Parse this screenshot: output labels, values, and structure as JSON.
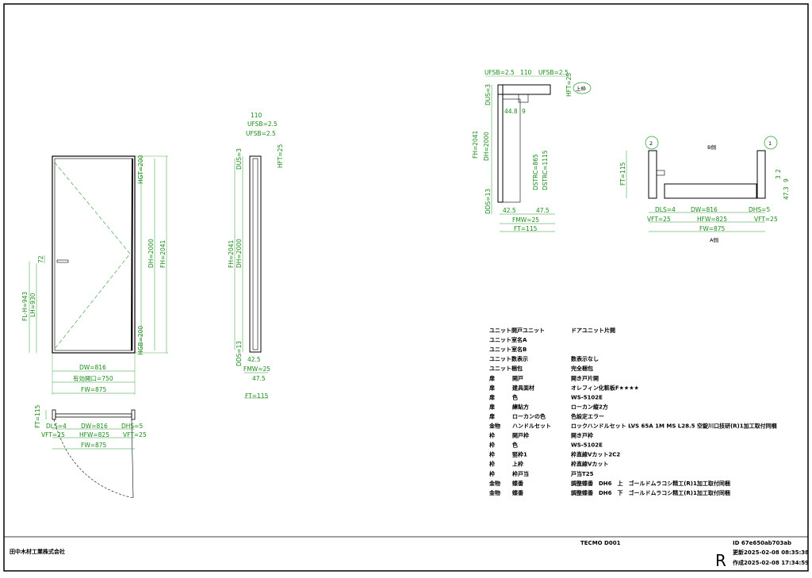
{
  "front": {
    "dims_h": [
      "DW=816",
      "有効開口=750",
      "FW=875"
    ],
    "dims_v": [
      "HGT=200",
      "DH=2000",
      "FH=2041",
      "HGB=200",
      "FL-H=943",
      "LH=930",
      "72"
    ]
  },
  "section": {
    "top": [
      "110",
      "UFSB=2.5",
      "UFSB=2.5"
    ],
    "side": [
      "DUS=3",
      "HFT=25",
      "FH=2041",
      "DH=2000",
      "DDS=13"
    ],
    "bottom": [
      "42.5",
      "FMW=25",
      "47.5",
      "FT=115"
    ]
  },
  "plan_bottom": {
    "dims": [
      "FT=115",
      "DLS=4",
      "DW=816",
      "DHS=5",
      "VFT=25",
      "HFW=825",
      "VFT=25",
      "FW=875"
    ]
  },
  "detail_top": {
    "top": [
      "UFSB=2.5",
      "110",
      "UFSB=2.5"
    ],
    "side": [
      "DUS=3",
      "HFT=25",
      "44.8",
      "9",
      "FH=2041",
      "DH=2000",
      "DSTRC=865",
      "DSTRC=1115",
      "DDS=13"
    ],
    "bottom": [
      "42.5",
      "47.5",
      "FMW=25",
      "FT=115"
    ],
    "badge": "上枠"
  },
  "plan_right": {
    "b_side": "B側",
    "a_side": "A側",
    "circle_left": "2",
    "circle_right": "1",
    "dims": [
      "FT=115",
      "DLS=4",
      "DW=816",
      "DHS=5",
      "VFT=25",
      "HFW=825",
      "VFT=25",
      "FW=875",
      "3",
      "2",
      "9",
      "47.3"
    ]
  },
  "spec": [
    [
      "ユニット開戸ユニット",
      "",
      "ドアユニット片開"
    ],
    [
      "ユニット室名A",
      "",
      ""
    ],
    [
      "ユニット室名B",
      "",
      ""
    ],
    [
      "ユニット数表示",
      "",
      "数表示なし"
    ],
    [
      "ユニット梱包",
      "",
      "完全梱包"
    ],
    [
      "扉",
      "開戸",
      "開き戸片開"
    ],
    [
      "扉",
      "建具面材",
      "オレフィン化粧板F★★★★"
    ],
    [
      "扉",
      "色",
      "WS-5102E"
    ],
    [
      "扉",
      "練貼方",
      "ローカン縦2方"
    ],
    [
      "扉",
      "ローカンの色",
      "色設定エラー"
    ],
    [
      "金物",
      "ハンドルセット",
      "ロックハンドルセット LVS 65A 1M MS L28.5 空錠川口技研(R)1加工取付同梱"
    ],
    [
      "枠",
      "開戸枠",
      "開き戸枠"
    ],
    [
      "枠",
      "色",
      "WS-5102E"
    ],
    [
      "枠",
      "竪枠1",
      "枠直線Vカット2C2"
    ],
    [
      "枠",
      "上枠",
      "枠直線Vカット"
    ],
    [
      "枠",
      "枠戸当",
      "戸当T25"
    ],
    [
      "金物",
      "蝶番",
      "調整蝶番　DH6　上　ゴールドムラコシ精工(R)1加工取付同梱"
    ],
    [
      "金物",
      "蝶番",
      "調整蝶番　DH6　下　ゴールドムラコシ精工(R)1加工取付同梱"
    ]
  ],
  "titleblock": {
    "company": "田中木材工業株式会社",
    "drawing_no": "TECMO D001",
    "id": "ID 67e650ab703ab",
    "updated": "更新2025-02-08 08:35:38",
    "created": "作成2025-02-08 17:34:59",
    "rev": "R"
  }
}
